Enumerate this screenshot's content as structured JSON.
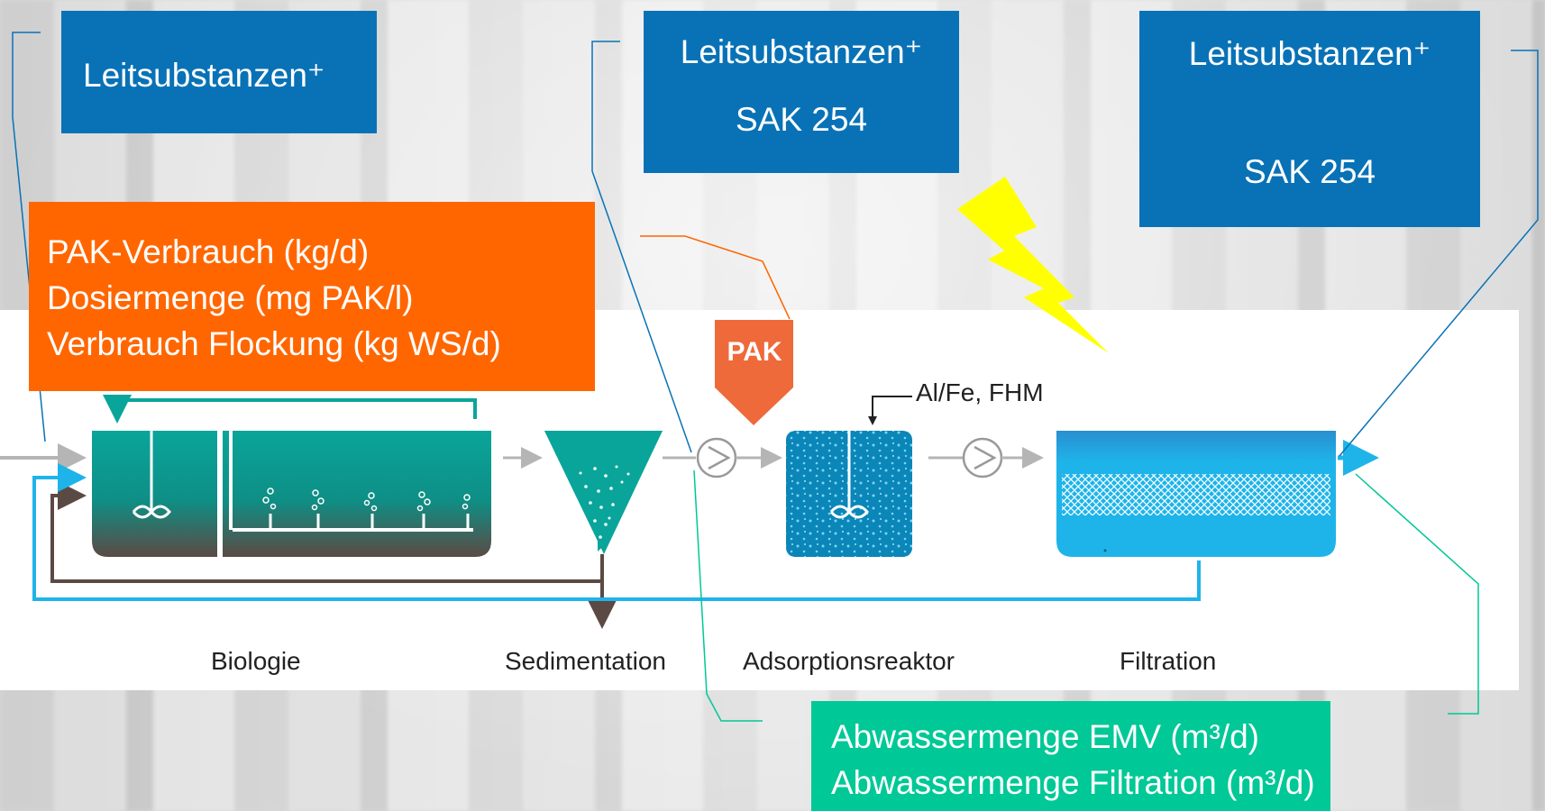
{
  "boxes": {
    "blue_left": "Leitsubstanzen⁺",
    "blue_mid_1": "Leitsubstanzen⁺",
    "blue_mid_2": "SAK 254",
    "blue_right_1": "Leitsubstanzen⁺",
    "blue_right_2": "SAK 254",
    "orange_1": "PAK-Verbrauch (kg/d)",
    "orange_2": "Dosiermenge (mg PAK/l)",
    "orange_3": "Verbrauch Flockung (kg WS/d)",
    "green_1": "Abwassermenge EMV (m³/d)",
    "green_2": "Abwassermenge Filtration (m³/d)"
  },
  "stages": {
    "biologie": "Biologie",
    "sedimentation": "Sedimentation",
    "adsorptionsreaktor": "Adsorptionsreaktor",
    "filtration": "Filtration"
  },
  "dosing": {
    "pak": "PAK",
    "chem": "Al/Fe, FHM"
  },
  "colors": {
    "blue_box": "#0972b6",
    "orange_box": "#ff6600",
    "green_box": "#00c896",
    "teal_tank": "#0aa59a",
    "sludge_brown": "#5b4a44",
    "water_blue": "#1eb4ea",
    "lightning": "#ffff00"
  }
}
